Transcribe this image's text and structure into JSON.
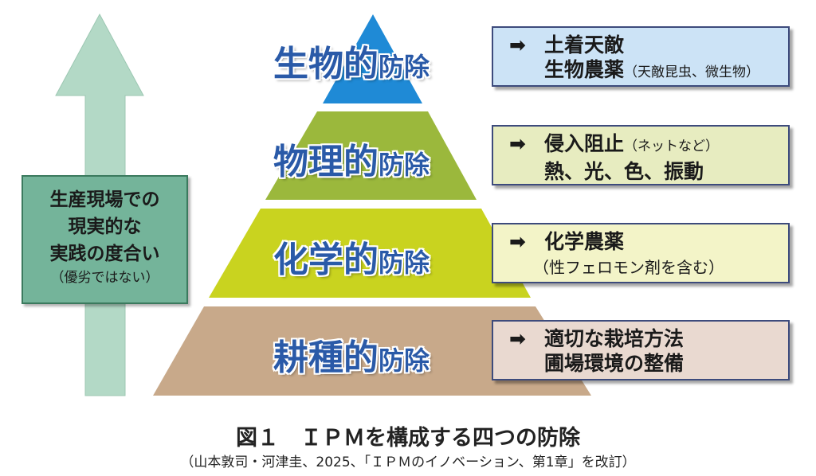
{
  "tiers": [
    {
      "big": "生物的",
      "small": "防除",
      "color": "#1f8ad6",
      "box_color": "#cce3f6",
      "line1": "土着天敵",
      "line2": "生物農薬",
      "line2_note": "（天敵昆虫、微生物）",
      "line1_note": ""
    },
    {
      "big": "物理的",
      "small": "防除",
      "color": "#9bb83c",
      "box_color": "#e7ecc0",
      "line1": "侵入阻止",
      "line1_note": "（ネットなど）",
      "line2": "熱、光、色、振動",
      "line2_note": ""
    },
    {
      "big": "化学的",
      "small": "防除",
      "color": "#c9d31f",
      "box_color": "#f3f4c8",
      "line1": "化学農薬",
      "line1_note": "",
      "line2": "",
      "line2_note": "（性フェロモン剤を含む）"
    },
    {
      "big": "耕種的",
      "small": "防除",
      "color": "#c8a98a",
      "box_color": "#e9d9d0",
      "line1": "適切な栽培方法",
      "line1_note": "",
      "line2": "圃場環境の整備",
      "line2_note": ""
    }
  ],
  "arrow_symbol": "➡",
  "left_box": {
    "lines": [
      "生産現場での",
      "現実的な",
      "実践の度合い"
    ],
    "sub": "（優劣ではない）"
  },
  "caption": {
    "title": "図１　ＩＰＭを構成する四つの防除",
    "source": "（山本敦司・河津圭、2025、「ＩＰＭのイノベーション、第1章」を改訂）"
  }
}
